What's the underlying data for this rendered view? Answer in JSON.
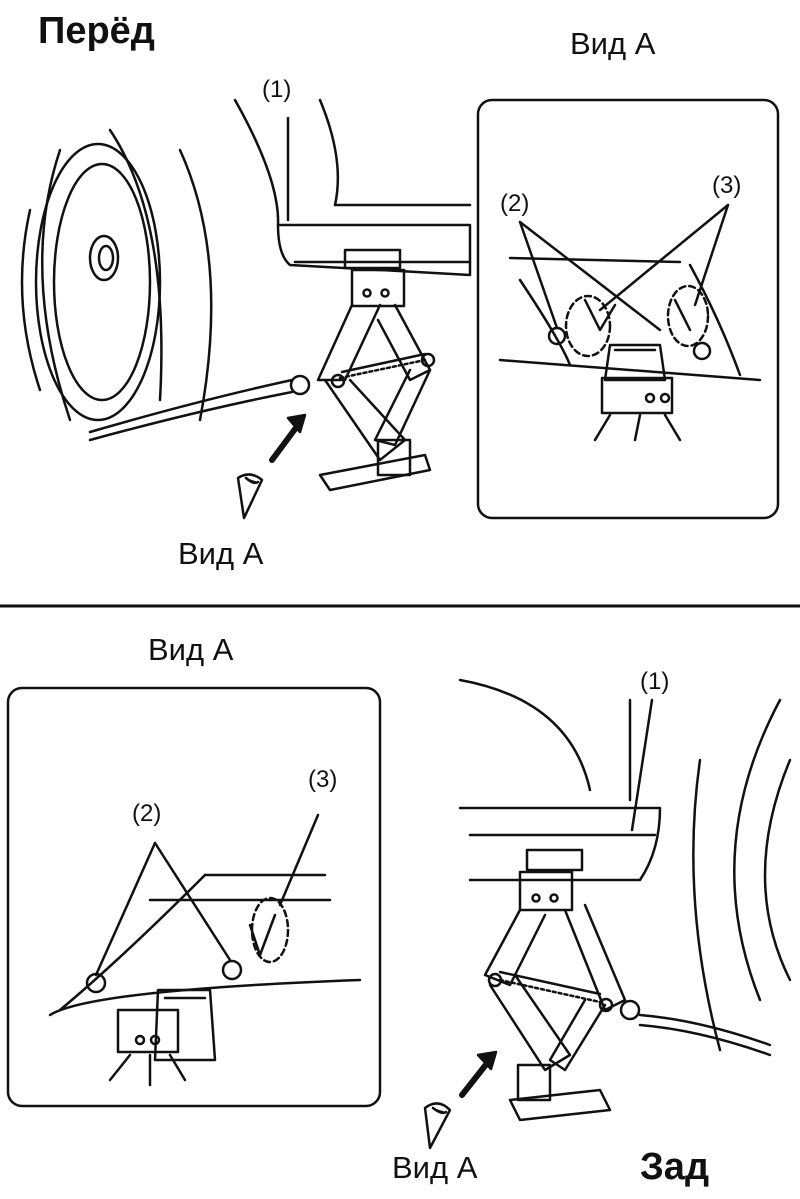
{
  "top_panel": {
    "title": "Перёд",
    "inset_title": "Вид А",
    "arrow_label": "Вид А",
    "callout_1": "(1)",
    "inset_callout_2": "(2)",
    "inset_callout_3": "(3)"
  },
  "bottom_panel": {
    "title": "Зад",
    "inset_title": "Вид А",
    "arrow_label": "Вид А",
    "callout_1": "(1)",
    "inset_callout_2": "(2)",
    "inset_callout_3": "(3)"
  },
  "colors": {
    "line": "#111111",
    "background": "#ffffff"
  }
}
